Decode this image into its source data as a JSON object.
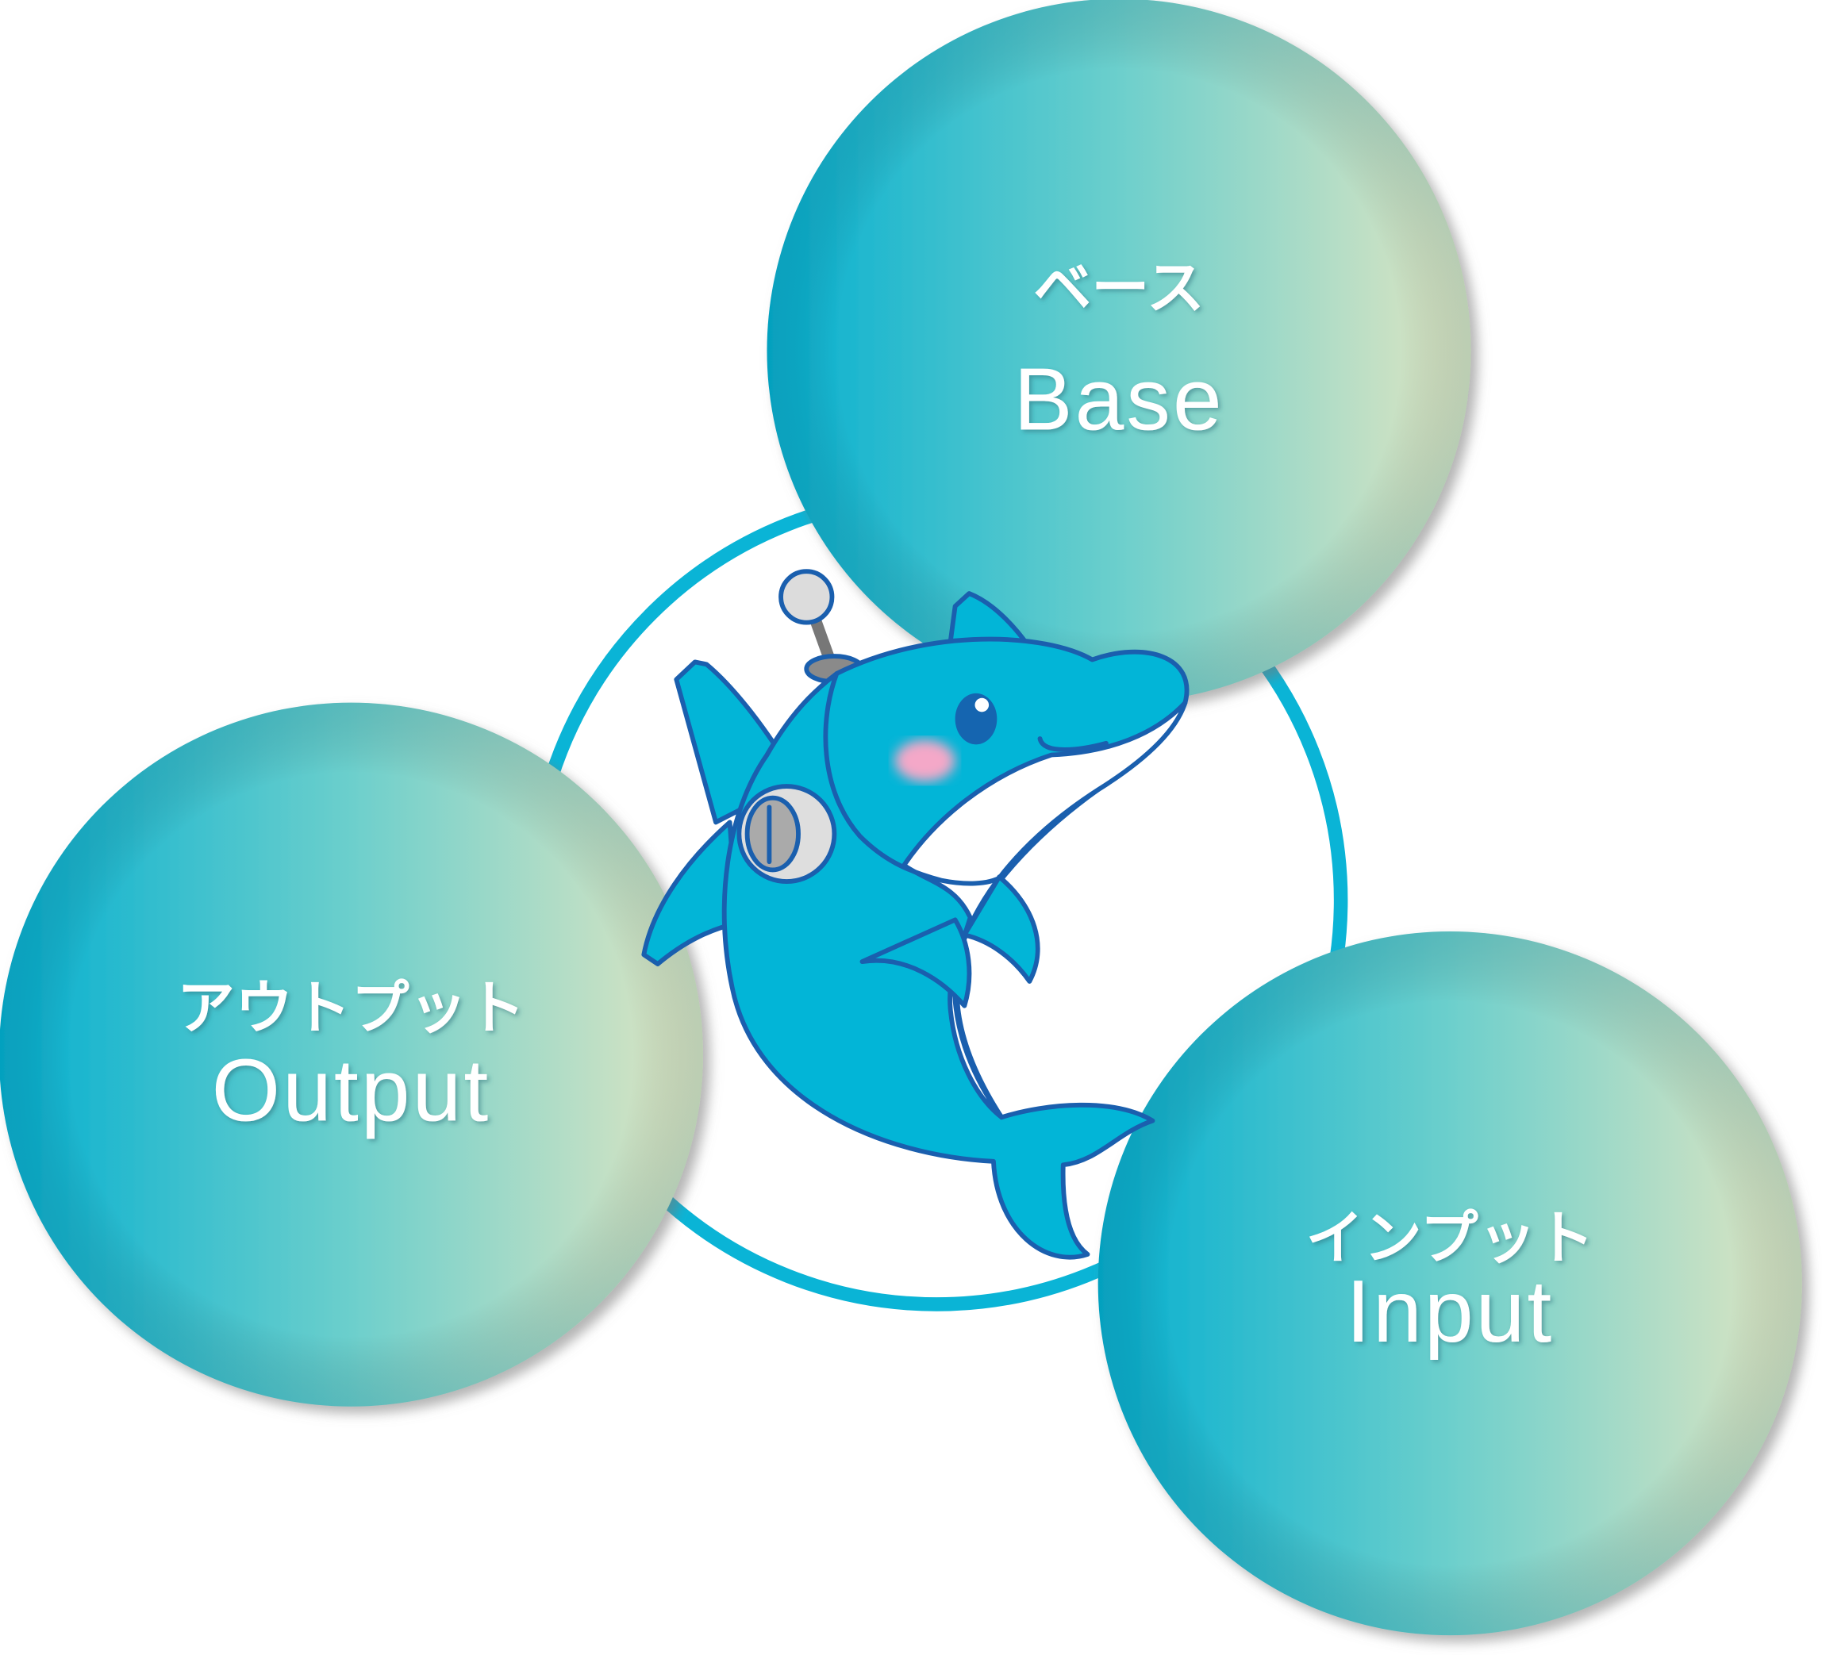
{
  "diagram": {
    "center_ring_color": "#0ab4d6",
    "nodes": [
      {
        "id": "base",
        "label_ja": "ベース",
        "label_en": "Base"
      },
      {
        "id": "output",
        "label_ja": "アウトプット",
        "label_en": "Output"
      },
      {
        "id": "input",
        "label_ja": "インプット",
        "label_en": "Input"
      }
    ],
    "gradient": {
      "start": "#05afd0",
      "mid": "#6ccfcc",
      "end": "#e2e6c2"
    },
    "mascot": {
      "body_color": "#02b5d7",
      "outline_color": "#1a5fae"
    }
  }
}
